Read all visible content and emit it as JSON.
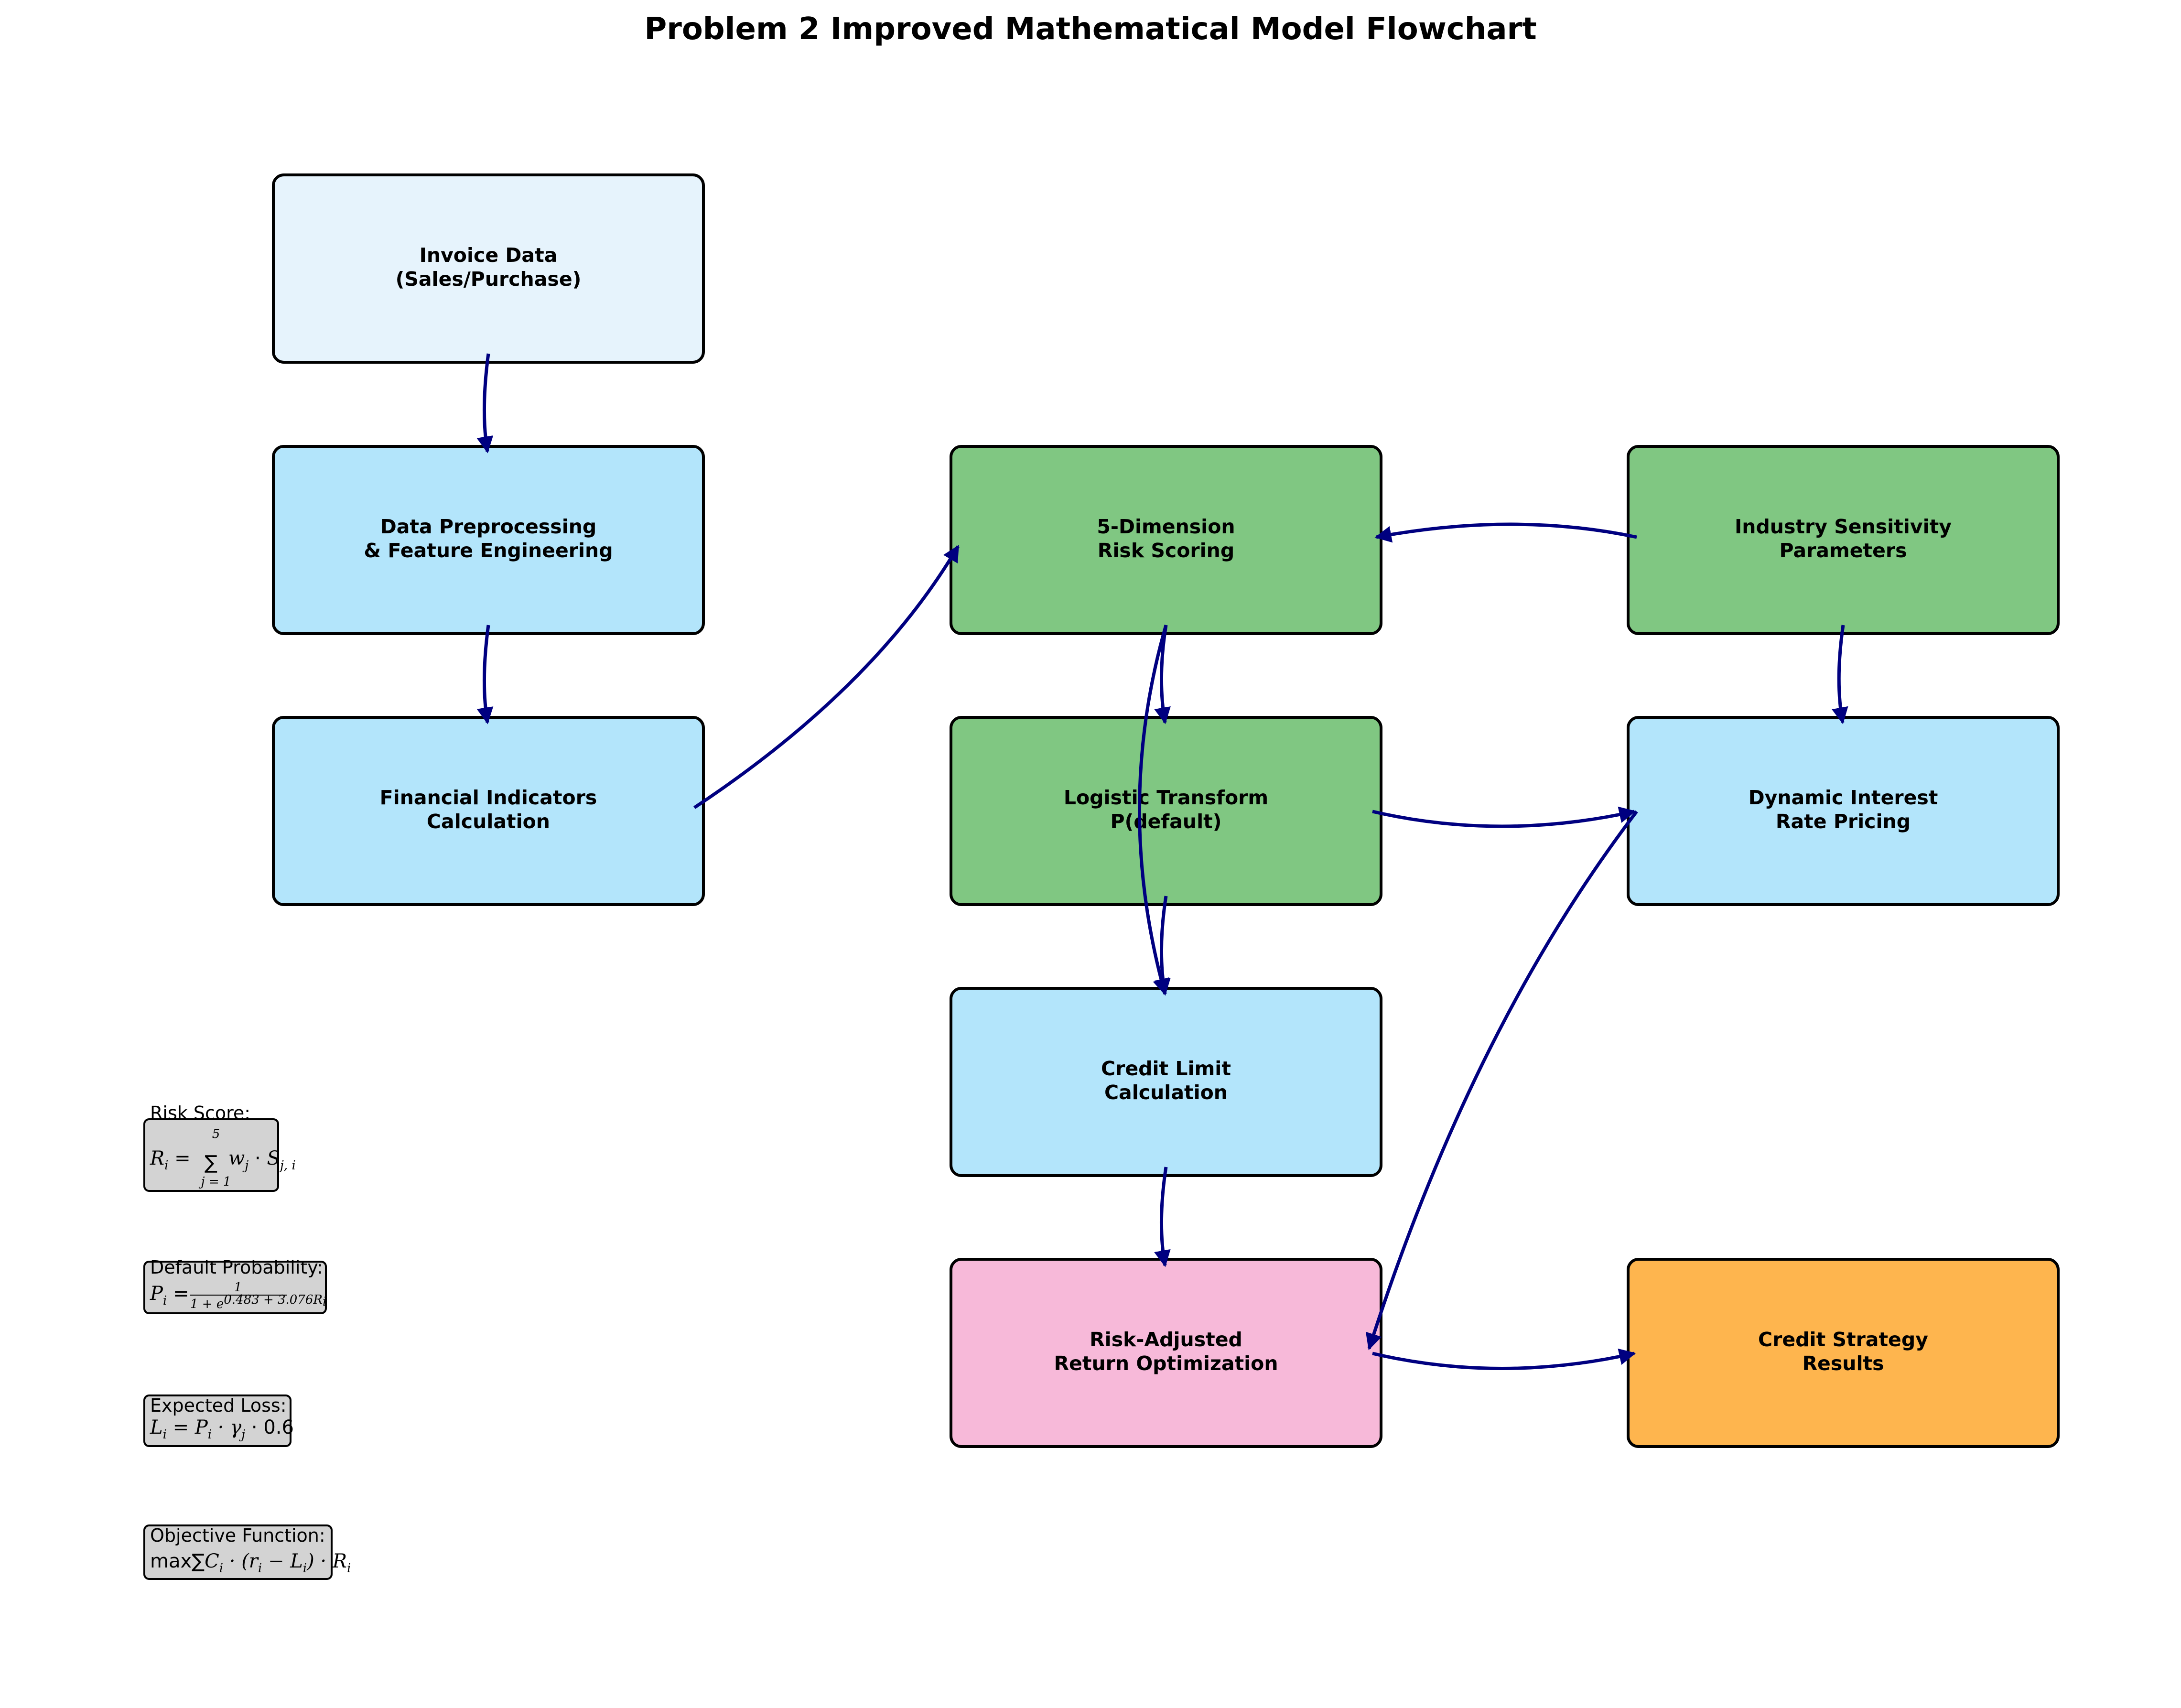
{
  "title": "Problem 2 Improved Mathematical Model Flowchart",
  "colors": {
    "light_blue": "#e6f3fc",
    "sky_blue": "#b3e5fb",
    "green": "#80c782",
    "pink": "#f7b9d9",
    "orange": "#feb54e",
    "arrow": "#000080",
    "equation_box": "#d3d3d3"
  },
  "nodes": {
    "invoice_data": {
      "line1": "Invoice Data",
      "line2": "(Sales/Purchase)",
      "color": "#e6f3fc"
    },
    "data_preprocessing": {
      "line1": "Data Preprocessing",
      "line2": "& Feature Engineering",
      "color": "#b3e5fb"
    },
    "financial_indicators": {
      "line1": "Financial Indicators",
      "line2": "Calculation",
      "color": "#b3e5fb"
    },
    "risk_scoring": {
      "line1": "5-Dimension",
      "line2": "Risk Scoring",
      "color": "#80c782"
    },
    "industry_sensitivity": {
      "line1": "Industry Sensitivity",
      "line2": "Parameters",
      "color": "#80c782"
    },
    "logistic_transform": {
      "line1": "Logistic Transform",
      "line2": "P(default)",
      "color": "#80c782"
    },
    "dynamic_interest": {
      "line1": "Dynamic Interest",
      "line2": "Rate Pricing",
      "color": "#b3e5fb"
    },
    "credit_limit": {
      "line1": "Credit Limit",
      "line2": "Calculation",
      "color": "#b3e5fb"
    },
    "risk_adjusted": {
      "line1": "Risk-Adjusted",
      "line2": "Return Optimization",
      "color": "#f7b9d9"
    },
    "credit_strategy": {
      "line1": "Credit Strategy",
      "line2": "Results",
      "color": "#feb54e"
    }
  },
  "equations": {
    "risk_score": {
      "label": "Risk Score:",
      "lhs": "R",
      "lhs_sub": "i",
      "eq": " = ",
      "sum_top": "5",
      "sum_bottom": "j = 1",
      "rhs_w": "w",
      "rhs_w_sub": "j",
      "dot": " · ",
      "rhs_s": "S",
      "rhs_s_sub": "j, i"
    },
    "default_probability": {
      "label": "Default Probability:",
      "lhs": "P",
      "lhs_sub": "i",
      "eq": " = ",
      "numerator": "1",
      "denominator": "1 + e",
      "exponent": "0.483 + 3.076R",
      "exponent_sub": "i"
    },
    "expected_loss": {
      "label": "Expected Loss:",
      "lhs": "L",
      "lhs_sub": "i",
      "rhs": " = P",
      "rhs_sub": "i",
      "dot1": " · γ",
      "gamma_sub": "j",
      "tail": " · 0.6"
    },
    "objective_function": {
      "label": "Objective Function:",
      "max": "max",
      "sum": "∑",
      "c": "C",
      "c_sub": "i",
      "mid": " · (r",
      "r_sub": "i",
      "minus": " − L",
      "l_sub": "i",
      "close": ") · R",
      "r2_sub": "i"
    }
  }
}
